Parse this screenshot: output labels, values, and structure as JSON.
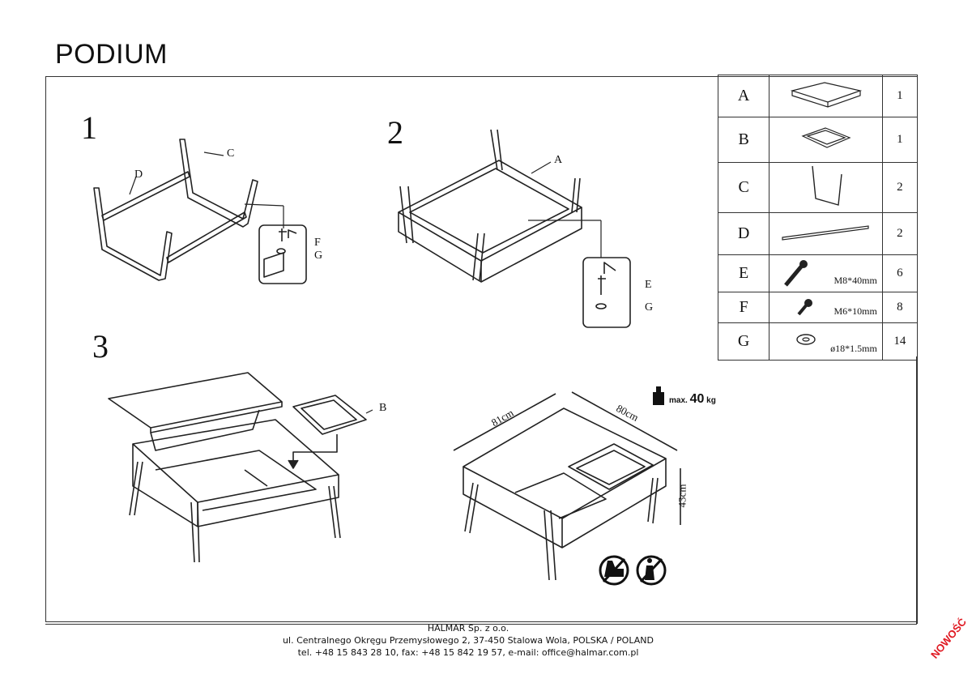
{
  "title": "PODIUM",
  "steps": [
    "1",
    "2",
    "3"
  ],
  "callouts": {
    "c": "C",
    "d": "D",
    "f": "F",
    "g1": "G",
    "a": "A",
    "e": "E",
    "g2": "G",
    "b": "B"
  },
  "parts": [
    {
      "code": "A",
      "icon": "top-box-icon",
      "size": "",
      "qty": "1"
    },
    {
      "code": "B",
      "icon": "tray-icon",
      "size": "",
      "qty": "1"
    },
    {
      "code": "C",
      "icon": "leg-frame-icon",
      "size": "",
      "qty": "2"
    },
    {
      "code": "D",
      "icon": "rail-icon",
      "size": "",
      "qty": "2"
    },
    {
      "code": "E",
      "icon": "bolt-long-icon",
      "size": "M8*40mm",
      "qty": "6"
    },
    {
      "code": "F",
      "icon": "bolt-short-icon",
      "size": "M6*10mm",
      "qty": "8"
    },
    {
      "code": "G",
      "icon": "washer-icon",
      "size": "ø18*1.5mm",
      "qty": "14"
    }
  ],
  "dimensions": {
    "width": "81cm",
    "depth": "80cm",
    "height": "43cm"
  },
  "load": {
    "prefix": "max.",
    "value": "40",
    "unit": "kg"
  },
  "footer": {
    "company": "HALMAR Sp. z o.o.",
    "address": "ul. Centralnego Okręgu Przemysłowego 2, 37-450 Stalowa Wola, POLSKA / POLAND",
    "contact": "tel. +48 15 843 28 10, fax: +48 15 842 19 57, e-mail: office@halmar.com.pl"
  },
  "badge": "NOWOŚĆ"
}
